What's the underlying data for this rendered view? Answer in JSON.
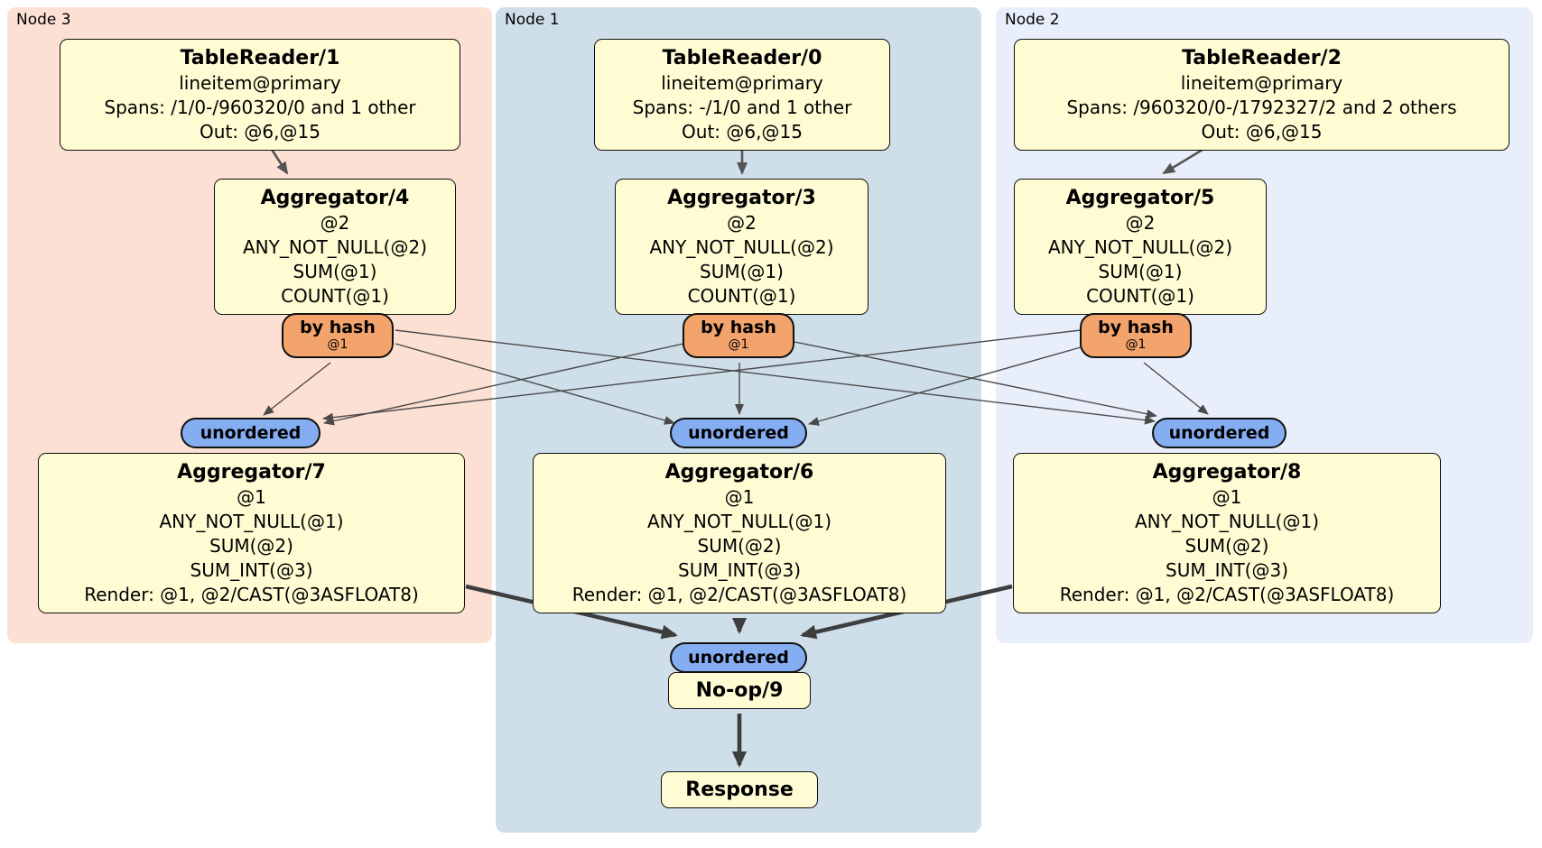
{
  "regions": {
    "node3": {
      "label": "Node 3"
    },
    "node1": {
      "label": "Node 1"
    },
    "node2": {
      "label": "Node 2"
    }
  },
  "processors": {
    "tr1": {
      "title": "TableReader/1",
      "lines": [
        "lineitem@primary",
        "Spans: /1/0-/960320/0 and 1 other",
        "Out: @6,@15"
      ]
    },
    "tr0": {
      "title": "TableReader/0",
      "lines": [
        "lineitem@primary",
        "Spans: -/1/0 and 1 other",
        "Out: @6,@15"
      ]
    },
    "tr2": {
      "title": "TableReader/2",
      "lines": [
        "lineitem@primary",
        "Spans: /960320/0-/1792327/2 and 2 others",
        "Out: @6,@15"
      ]
    },
    "agg4": {
      "title": "Aggregator/4",
      "lines": [
        "@2",
        "ANY_NOT_NULL(@2)",
        "SUM(@1)",
        "COUNT(@1)"
      ]
    },
    "agg3": {
      "title": "Aggregator/3",
      "lines": [
        "@2",
        "ANY_NOT_NULL(@2)",
        "SUM(@1)",
        "COUNT(@1)"
      ]
    },
    "agg5": {
      "title": "Aggregator/5",
      "lines": [
        "@2",
        "ANY_NOT_NULL(@2)",
        "SUM(@1)",
        "COUNT(@1)"
      ]
    },
    "agg7": {
      "title": "Aggregator/7",
      "lines": [
        "@1",
        "ANY_NOT_NULL(@1)",
        "SUM(@2)",
        "SUM_INT(@3)",
        "Render: @1, @2/CAST(@3ASFLOAT8)"
      ]
    },
    "agg6": {
      "title": "Aggregator/6",
      "lines": [
        "@1",
        "ANY_NOT_NULL(@1)",
        "SUM(@2)",
        "SUM_INT(@3)",
        "Render: @1, @2/CAST(@3ASFLOAT8)"
      ]
    },
    "agg8": {
      "title": "Aggregator/8",
      "lines": [
        "@1",
        "ANY_NOT_NULL(@1)",
        "SUM(@2)",
        "SUM_INT(@3)",
        "Render: @1, @2/CAST(@3ASFLOAT8)"
      ]
    },
    "noop": {
      "title": "No-op/9"
    },
    "response": {
      "title": "Response"
    }
  },
  "routers": {
    "left": {
      "label": "by hash",
      "key": "@1"
    },
    "center": {
      "label": "by hash",
      "key": "@1"
    },
    "right": {
      "label": "by hash",
      "key": "@1"
    }
  },
  "syncs": {
    "left": {
      "label": "unordered"
    },
    "center": {
      "label": "unordered"
    },
    "right": {
      "label": "unordered"
    },
    "final": {
      "label": "unordered"
    }
  },
  "colors": {
    "node3_bg": "#fce0d3",
    "node1_bg": "#cfdfea",
    "node2_bg": "#e9effa",
    "box_fill": "#fffcd4",
    "router_fill": "#f3a36c",
    "sync_fill": "#85adf2"
  }
}
